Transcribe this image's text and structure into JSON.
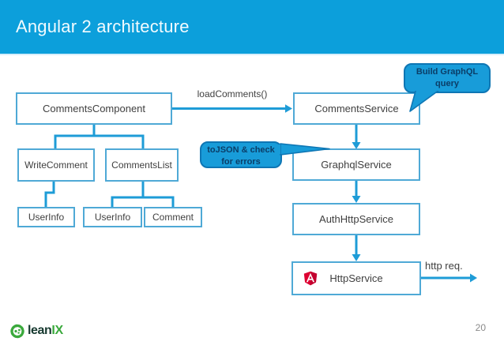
{
  "slide": {
    "title": "Angular 2 architecture",
    "page_number": "20"
  },
  "footer": {
    "logo_text_dark": "lean",
    "logo_text_green": "IX"
  },
  "colors": {
    "header_bg": "#0C9FDB",
    "box_border": "#4FA9D6",
    "box_text": "#3F3F3F",
    "wire_blue": "#1E9CD7",
    "callout_fill": "#189CD9",
    "callout_border": "#0E76B4",
    "callout_text": "#0B3E68",
    "label_text": "#404040",
    "page_number_gray": "#8A8A8A",
    "angular_red": "#DD0031",
    "angular_red_dark": "#C3002F",
    "leanix_green": "#3AA93C",
    "leanix_dark": "#16392F"
  },
  "diagram": {
    "boxes": [
      {
        "label": "CommentsComponent"
      },
      {
        "label": "CommentsService"
      },
      {
        "label": "WriteComment"
      },
      {
        "label": "CommentsList"
      },
      {
        "label": "GraphqlService"
      },
      {
        "label": "UserInfo"
      },
      {
        "label": "UserInfo"
      },
      {
        "label": "Comment"
      },
      {
        "label": "AuthHttpService"
      },
      {
        "label": "HttpService"
      }
    ],
    "edge_labels": {
      "load_comments": "loadComments()",
      "http_request": "http req."
    },
    "callouts": [
      {
        "line1": "Build GraphQL",
        "line2": "query"
      },
      {
        "line1": "toJSON & check",
        "line2": "for errors"
      }
    ]
  }
}
